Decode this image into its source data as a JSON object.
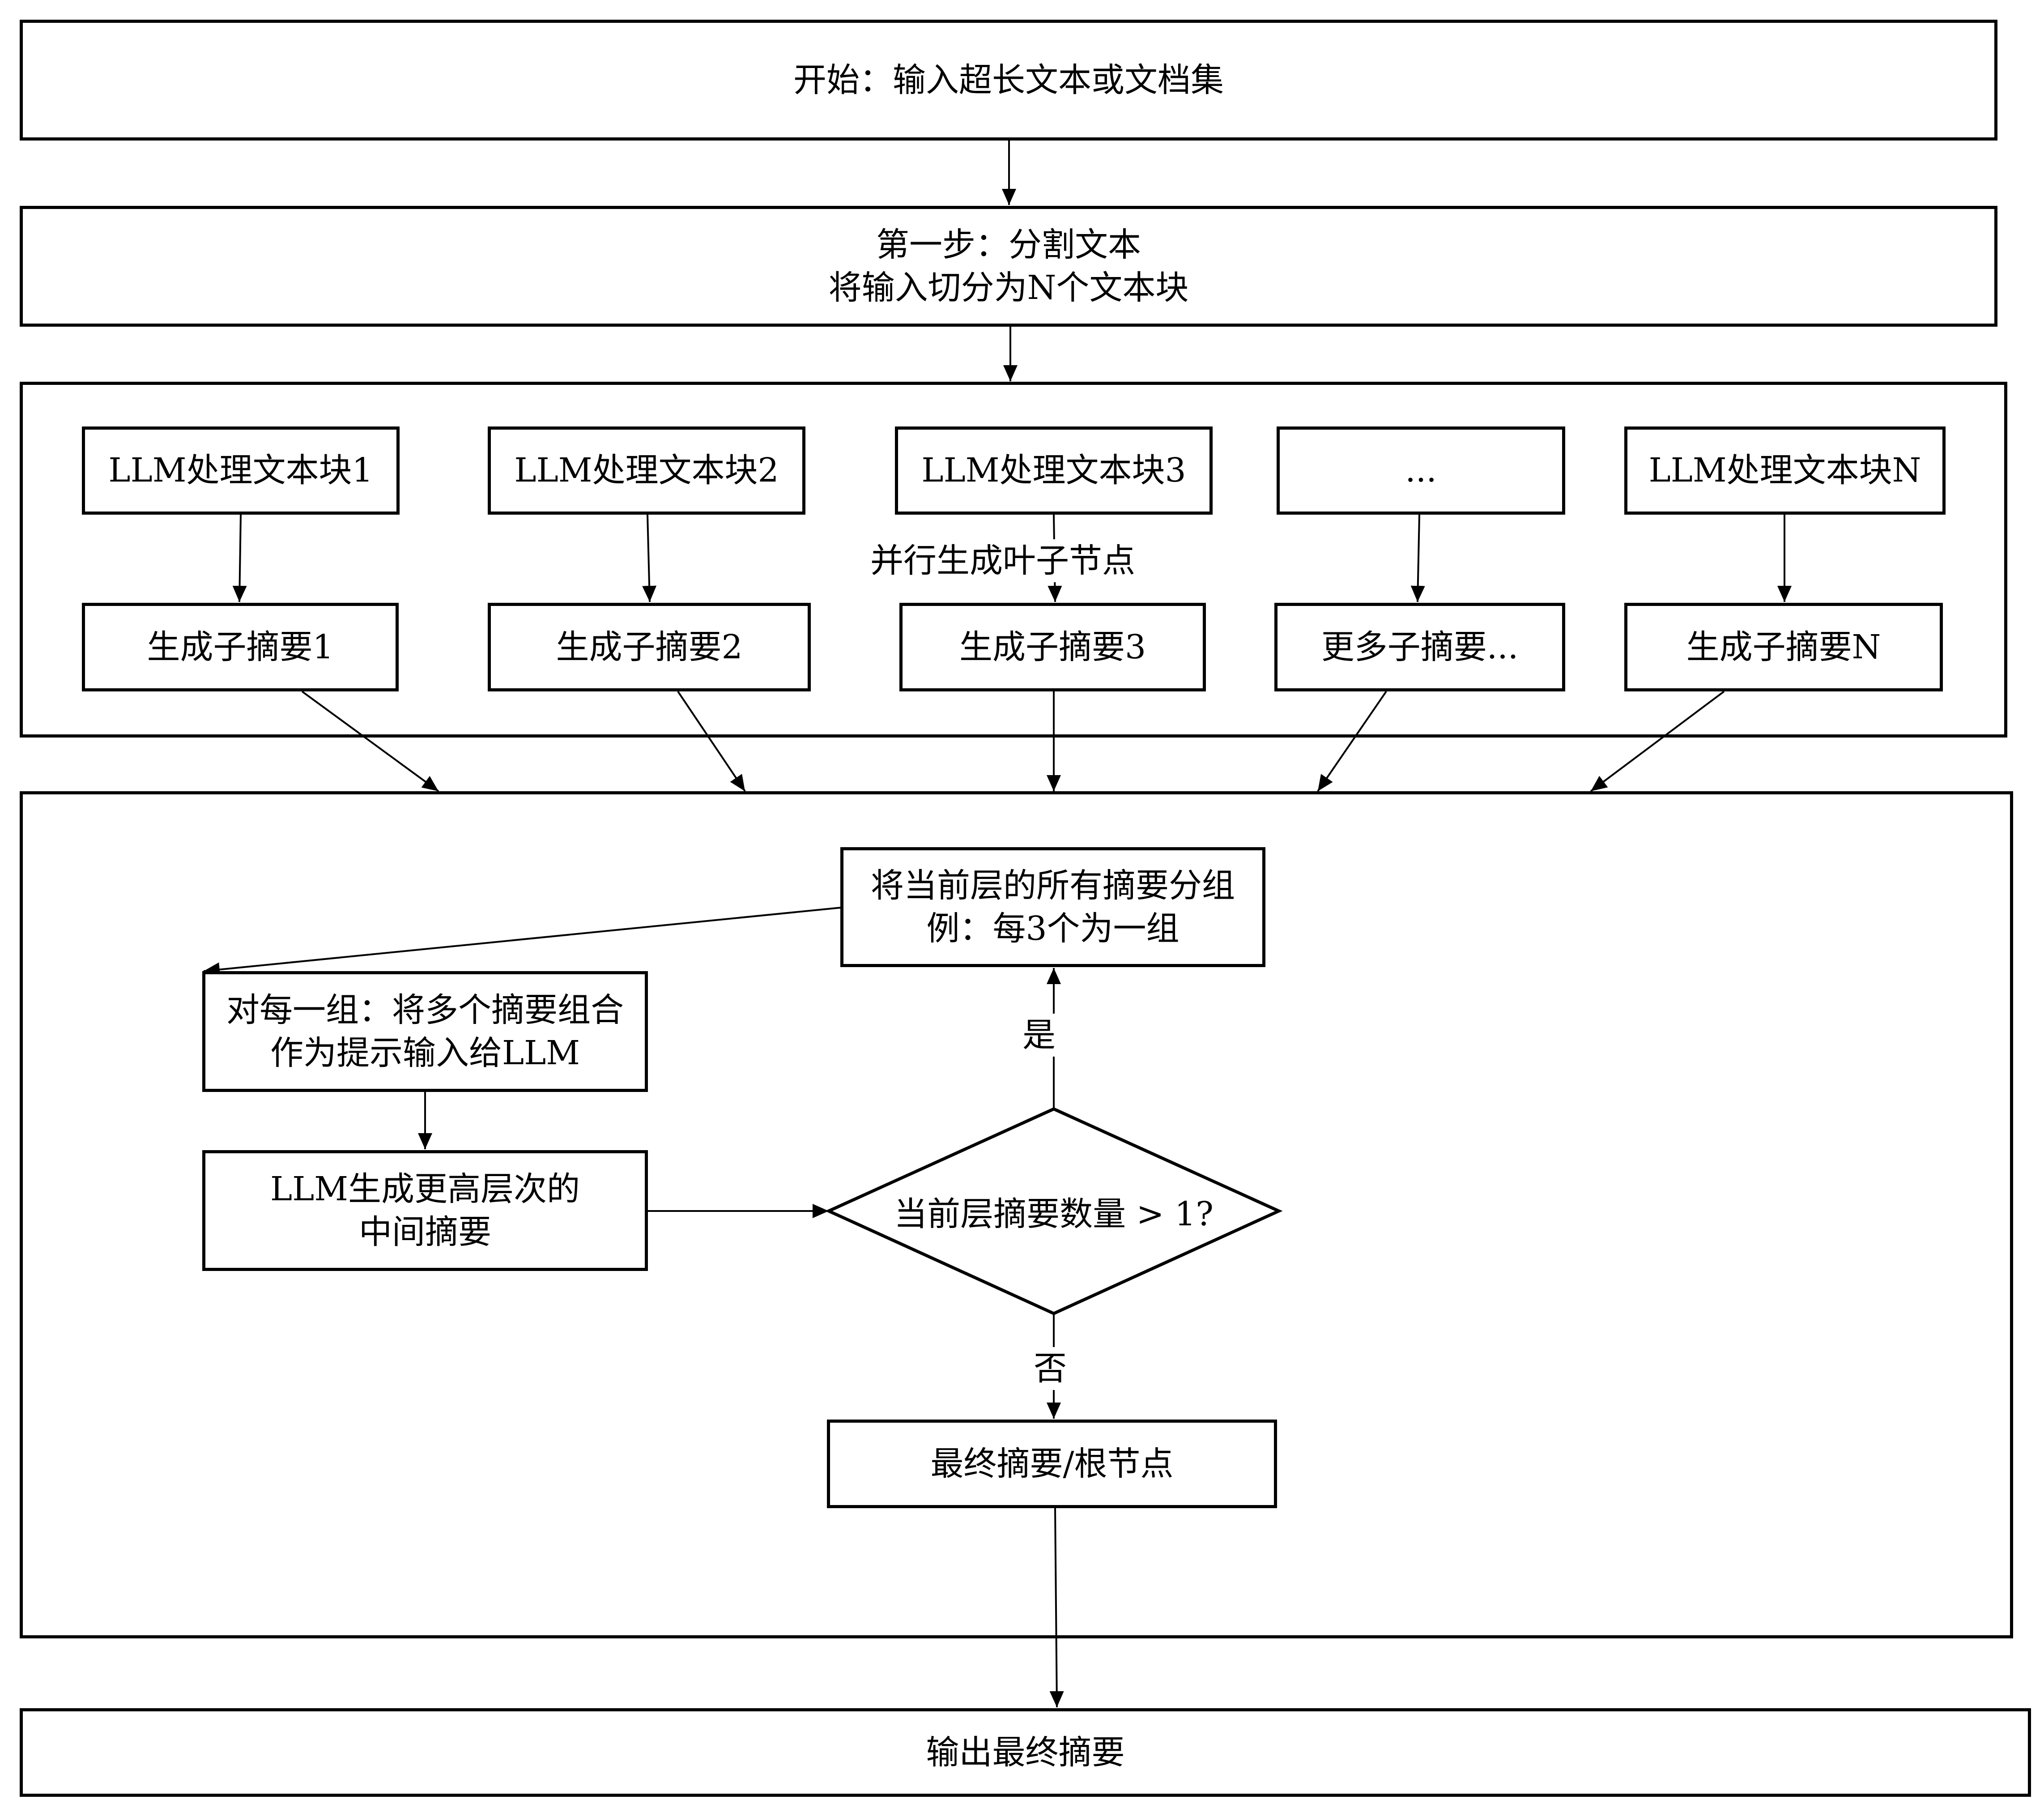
{
  "start": "开始：输入超长文本或文档集",
  "step1": {
    "line1": "第一步：分割文本",
    "line2": "将输入切分为N个文本块"
  },
  "parallel_label": "并行生成叶子节点",
  "llm_blocks": [
    "LLM处理文本块1",
    "LLM处理文本块2",
    "LLM处理文本块3",
    "...",
    "LLM处理文本块N"
  ],
  "sub_summaries": [
    "生成子摘要1",
    "生成子摘要2",
    "生成子摘要3",
    "更多子摘要...",
    "生成子摘要N"
  ],
  "group": {
    "line1": "将当前层的所有摘要分组",
    "line2": "例：每3个为一组"
  },
  "combine": {
    "line1": "对每一组：将多个摘要组合",
    "line2": "作为提示输入给LLM"
  },
  "generate": {
    "line1": "LLM生成更高层次的",
    "line2": "中间摘要"
  },
  "decision": "当前层摘要数量 > 1?",
  "yes": "是",
  "no": "否",
  "final_root": "最终摘要/根节点",
  "output": "输出最终摘要"
}
